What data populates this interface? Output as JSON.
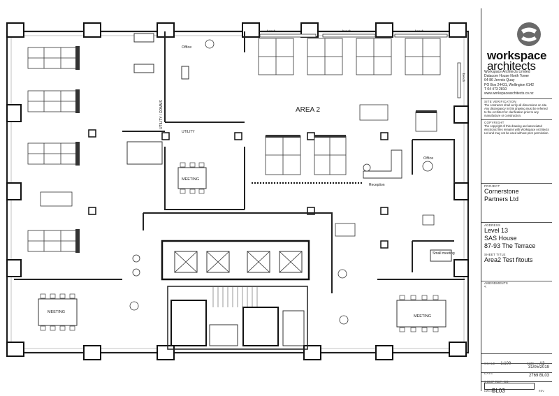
{
  "rooms": {
    "area2": "AREA 2",
    "office_top": "Office",
    "office_right": "Office",
    "utility_comms": "UTILITY / COMMS",
    "utility": "UTILITY",
    "meeting_mid": "MEETING",
    "meeting_left": "MEETING",
    "meeting_right": "MEETING",
    "reception": "Reception",
    "small_meeting": "Small meeting",
    "bench1": "bench",
    "bench2": "bench",
    "bench3": "bench",
    "bench_right": "bench"
  },
  "titleblock": {
    "brand_bold": "workspace",
    "brand_light": "architects",
    "company": "Workspace Architects Limited",
    "address_lines": [
      "Datacom House North Tower",
      "64-86 Jervois Quay",
      "PO Box 24431, Wellington 6142",
      "T 04 473 2810",
      "www.workspacearchitects.co.nz"
    ],
    "site_verification_cap": "SITE VERIFICATION",
    "site_verification_text": "The contractor shall verify all dimensions on site. Any discrepancy in this drawing must be referred to the Architect for clarification prior to any manufacture or construction.",
    "copyright_cap": "COPYRIGHT",
    "copyright_text": "The copyright of this drawing and associated electronic files remains with Workspace Architects Ltd and may not be used without prior permission.",
    "project_cap": "PROJECT",
    "project_lines": [
      "Cornerstone",
      "Partners Ltd"
    ],
    "address_cap": "ADDRESS",
    "site_lines": [
      "Level 13",
      "SAS House",
      "87-93 The Terrace"
    ],
    "sheet_title_cap": "SHEET TITLE",
    "sheet_title": "Area2 Test fitouts",
    "amendments_cap": "AMENDMENTS",
    "amendments_mark": "<",
    "scale_cap": "SCALE",
    "scale": "1:100",
    "size_cap": "SIZE",
    "size": "A3",
    "date_cap": "DATE",
    "date": "31/05/2019",
    "comp_ref_cap": "COMP REF. No.",
    "comp_ref": "2769 BL03",
    "dwg_cap": "DWG No.",
    "rev_cap": "Rev",
    "dwg_no": "BL03"
  }
}
